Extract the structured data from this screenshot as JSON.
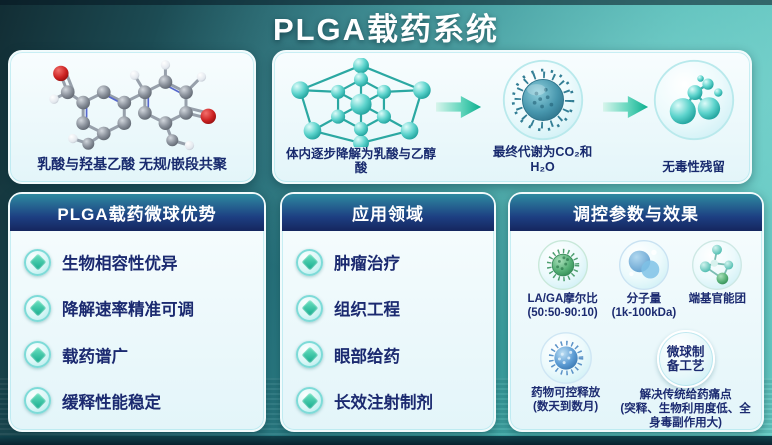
{
  "colors": {
    "title_text": "#ffffff",
    "header_gradient_top": "#2e8aa0",
    "header_navy": "#15265e",
    "body_text_navy": "#1b2a70",
    "accent_teal": "#14b3a1",
    "card_background": "#ecf9fc"
  },
  "title": "PLGA载药系统",
  "copolymer_card": {
    "caption": "乳酸与羟基乙酸 无规/嵌段共聚"
  },
  "degradation_card": {
    "step1_caption": "体内逐步降解为乳酸与乙醇酸",
    "step2_caption": "最终代谢为CO₂和H₂O",
    "step3_caption": "无毒性残留"
  },
  "advantages_card": {
    "header": "PLGA载药微球优势",
    "items": [
      "生物相容性优异",
      "降解速率精准可调",
      "载药谱广",
      "缓释性能稳定"
    ]
  },
  "applications_card": {
    "header": "应用领域",
    "items": [
      "肿瘤治疗",
      "组织工程",
      "眼部给药",
      "长效注射制剂"
    ]
  },
  "parameters_card": {
    "header": "调控参数与效果",
    "items_row1": [
      {
        "label": "LA/GA摩尔比",
        "sub": "(50:50-90:10)"
      },
      {
        "label": "分子量",
        "sub": "(1k-100kDa)"
      },
      {
        "label": "端基官能团",
        "sub": ""
      }
    ],
    "items_row2": [
      {
        "label": "药物可控释放",
        "sub": "(数天到数月)"
      },
      {
        "bubble": "微球制备工艺",
        "label": "解决传统给药痛点",
        "sub": "(突释、生物利用度低、全身毒副作用大)"
      }
    ]
  }
}
